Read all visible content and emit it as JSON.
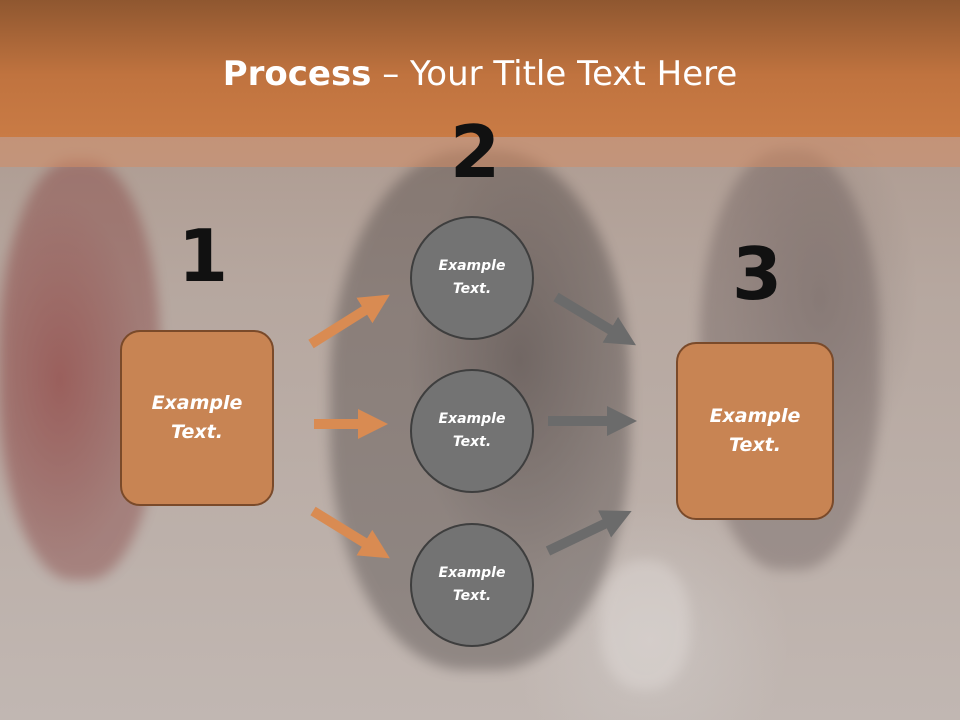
{
  "slide": {
    "title_bold": "Process",
    "title_rest": " – Your Title Text Here"
  },
  "steps": {
    "one": "1",
    "two": "2",
    "three": "3"
  },
  "left_box": {
    "label": "Example Text."
  },
  "right_box": {
    "label": "Example Text."
  },
  "circles": [
    {
      "label": "Example Text."
    },
    {
      "label": "Example Text."
    },
    {
      "label": "Example Text."
    }
  ],
  "colors": {
    "header": "#c97b45",
    "box_fill": "#c88453",
    "circle_fill": "#737373",
    "orange_arrow": "#d98b52",
    "gray_arrow": "#6b6b6b"
  }
}
